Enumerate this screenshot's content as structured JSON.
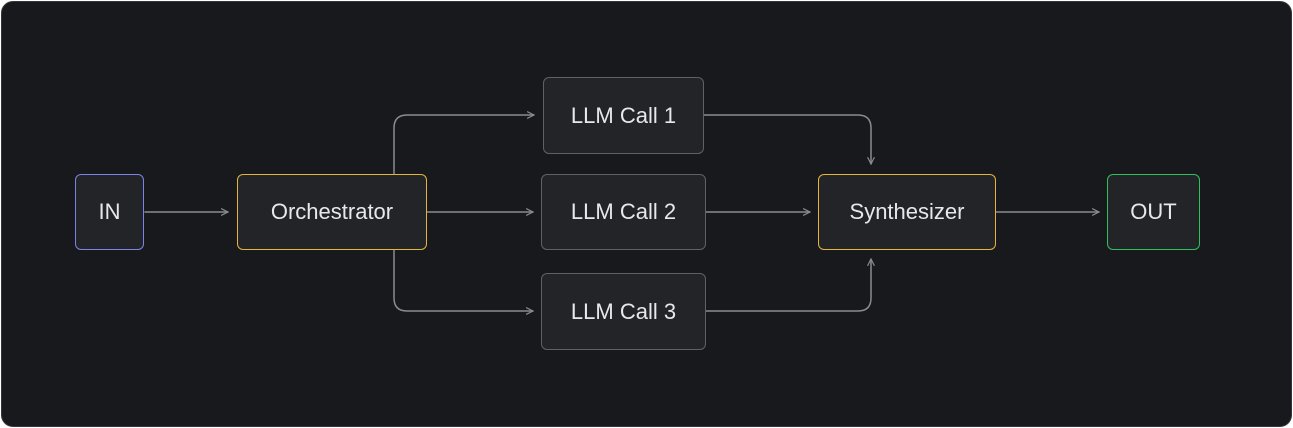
{
  "colors": {
    "background": "#18191c",
    "node_fill": "#232428",
    "input_border": "#7b83e6",
    "orchestrator_border": "#e5b43a",
    "synthesizer_border": "#e5b43a",
    "llm_border": "#5f6166",
    "output_border": "#2fbf5b",
    "edge": "#8a8c90",
    "text": "#e8e8ea"
  },
  "nodes": {
    "input": {
      "label": "IN"
    },
    "orchestrator": {
      "label": "Orchestrator"
    },
    "llm_call_1": {
      "label": "LLM Call 1"
    },
    "llm_call_2": {
      "label": "LLM Call 2"
    },
    "llm_call_3": {
      "label": "LLM Call 3"
    },
    "synthesizer": {
      "label": "Synthesizer"
    },
    "output": {
      "label": "OUT"
    }
  },
  "edges": [
    {
      "from": "input",
      "to": "orchestrator"
    },
    {
      "from": "orchestrator",
      "to": "llm_call_1"
    },
    {
      "from": "orchestrator",
      "to": "llm_call_2"
    },
    {
      "from": "orchestrator",
      "to": "llm_call_3"
    },
    {
      "from": "llm_call_1",
      "to": "synthesizer"
    },
    {
      "from": "llm_call_2",
      "to": "synthesizer"
    },
    {
      "from": "llm_call_3",
      "to": "synthesizer"
    },
    {
      "from": "synthesizer",
      "to": "output"
    }
  ]
}
